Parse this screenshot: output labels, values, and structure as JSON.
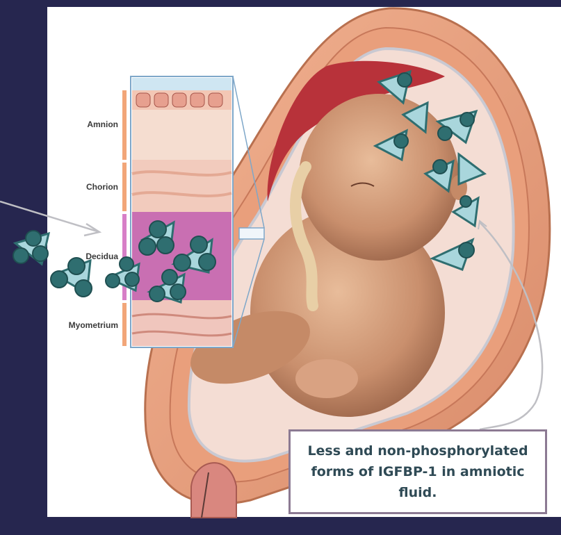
{
  "layers": [
    {
      "id": "amnion",
      "label": "Amnion"
    },
    {
      "id": "chorion",
      "label": "Chorion"
    },
    {
      "id": "decidua",
      "label": "Decidua"
    },
    {
      "id": "myometrium",
      "label": "Myometrium"
    }
  ],
  "callout": {
    "text": "Less and non-phosphorylated forms of IGFBP-1 in amniotic fluid."
  },
  "colors": {
    "background_panel": "#26264f",
    "protein_fill": "#a9d6dc",
    "protein_dot": "#2f6e70",
    "callout_border": "#8c7a93",
    "callout_text": "#2f4a55"
  },
  "icons": {
    "phosphorylated_protein": "phosphorylated-igfbp1-icon",
    "nonphosphorylated_protein": "igfbp1-triangle-icon"
  }
}
